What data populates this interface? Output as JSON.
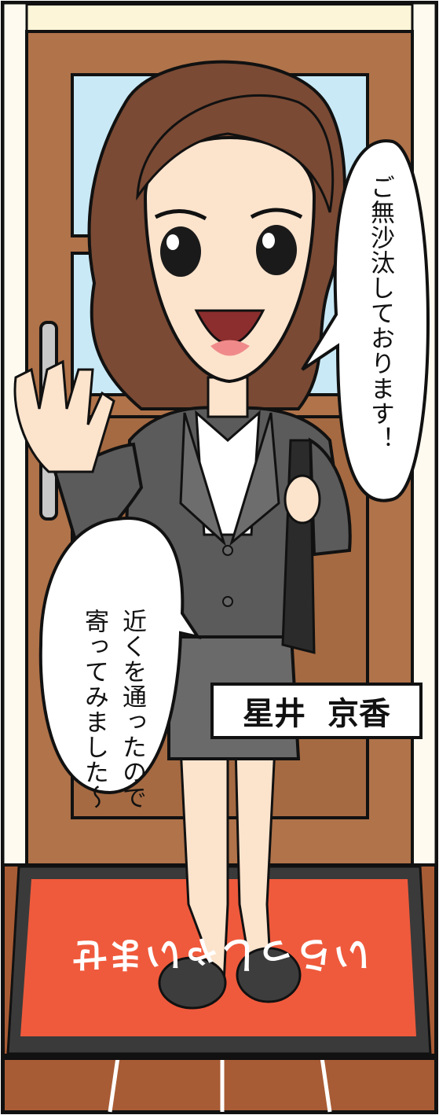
{
  "bubble_right": {
    "text": "ご無沙汰しております！"
  },
  "bubble_left": {
    "line1": "近くを通ったので",
    "line2": "寄ってみました〜"
  },
  "nameplate": {
    "family_name": "星井",
    "given_name": "京香"
  },
  "doormat": {
    "text": "いらっしゃいませ"
  },
  "colors": {
    "door": "#b0734a",
    "door_panel": "#a56a42",
    "glass": "#c9e9f6",
    "wall": "#fdf5d8",
    "mat": "#ef5a3c",
    "mat_border": "#3a3a3a",
    "floor": "#a85c35",
    "suit": "#5b5b5b",
    "skin": "#fce3cc",
    "hair": "#7a4a34"
  }
}
